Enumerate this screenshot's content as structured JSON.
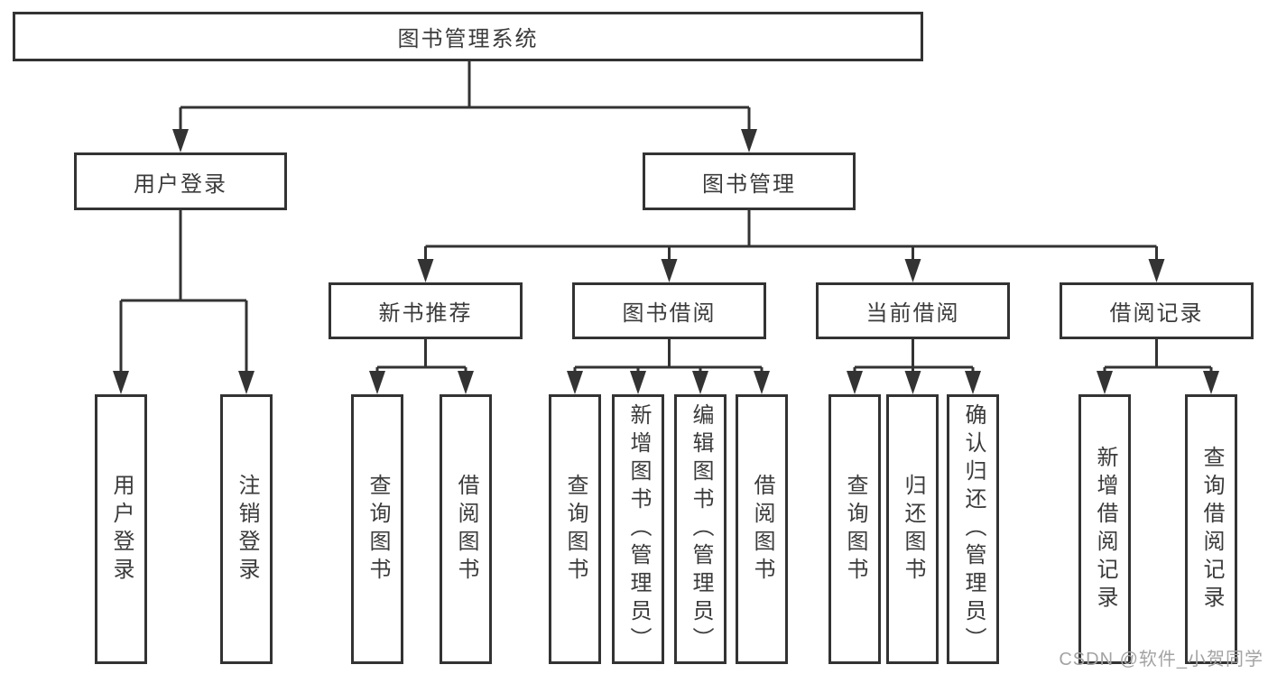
{
  "diagram": {
    "title": "图书管理系统",
    "branches": {
      "user_login": {
        "label": "用户登录",
        "children": {
          "login": "用户登录",
          "logout": "注销登录"
        }
      },
      "book_management": {
        "label": "图书管理",
        "sections": {
          "new_book_rec": {
            "label": "新书推荐",
            "children": {
              "query_books": "查询图书",
              "borrow_books": "借阅图书"
            }
          },
          "book_borrow": {
            "label": "图书借阅",
            "children": {
              "query_books": "查询图书",
              "add_books": "新增图书（管理员）",
              "edit_books": "编辑图书（管理员）",
              "borrow_books": "借阅图书"
            }
          },
          "current_borrow": {
            "label": "当前借阅",
            "children": {
              "query_books": "查询图书",
              "return_books": "归还图书",
              "confirm_return": "确认归还（管理员）"
            }
          },
          "borrow_records": {
            "label": "借阅记录",
            "children": {
              "add_record": "新增借阅记录",
              "query_record": "查询借阅记录"
            }
          }
        }
      }
    },
    "watermark": "CSDN @软件_小贺同学",
    "colors": {
      "line": "#333333",
      "text": "#3b3b3b",
      "background": "#ffffff",
      "watermark": "#a3a3a3"
    }
  }
}
